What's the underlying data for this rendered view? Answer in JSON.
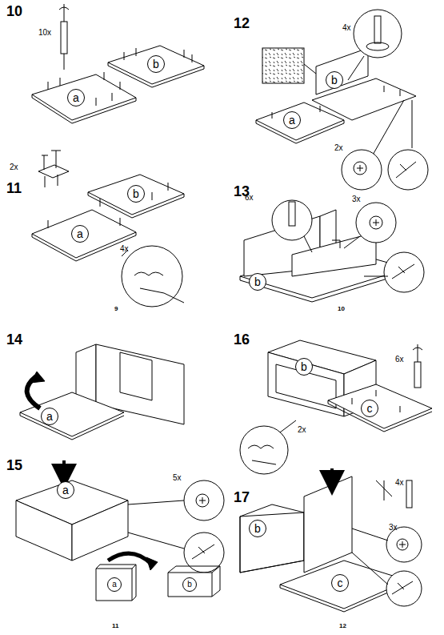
{
  "diagram": {
    "nodes": [
      {
        "text": [
          "a"
        ]
      },
      {
        "text": [
          "b"
        ]
      },
      {
        "text": [
          "a"
        ]
      },
      {
        "text": [
          "b"
        ]
      },
      {
        "text": [
          "b"
        ]
      },
      {
        "text": [
          "a"
        ]
      },
      {
        "text": [
          "b"
        ]
      },
      {
        "text": [
          "a"
        ]
      },
      {
        "text": [
          "a"
        ]
      },
      {
        "text": [
          "a"
        ]
      },
      {
        "text": [
          "b"
        ]
      },
      {
        "text": [
          "b"
        ]
      },
      {
        "text": [
          "c"
        ]
      },
      {
        "text": [
          "b"
        ]
      },
      {
        "text": [
          "c"
        ]
      }
    ],
    "labels": [
      "10",
      "10x",
      "11",
      "2x",
      "4x",
      "9",
      "12",
      "4x",
      "2x",
      "13",
      "6x",
      "3x",
      "10",
      "14",
      "15",
      "5x",
      "11",
      "16",
      "6x",
      "2x",
      "17",
      "4x",
      "3x",
      "12"
    ]
  }
}
